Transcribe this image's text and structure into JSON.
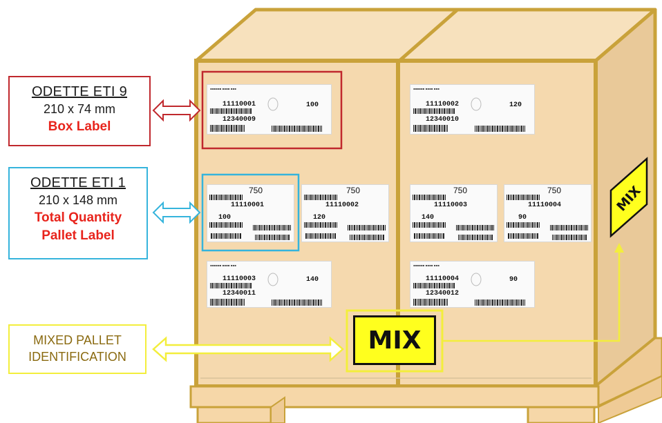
{
  "legend": {
    "box_label": {
      "title": "ODETTE ETI 9",
      "size": "210 x 74 mm",
      "type": "Box Label",
      "color": "#c0282d"
    },
    "pallet_label": {
      "title": "ODETTE ETI 1",
      "size": "210 x 148 mm",
      "type_line1": "Total Quantity",
      "type_line2": "Pallet Label",
      "color": "#35b4dc"
    },
    "mixed": {
      "line1": "MIXED PALLET",
      "line2": "IDENTIFICATION",
      "color": "#f3ee3c"
    }
  },
  "mix_sign": {
    "front_text": "MIX",
    "side_text": "MIX",
    "fill_color": "#ffff1e"
  },
  "box_labels": [
    {
      "id": "11110001",
      "sub": "12340009",
      "qty": "100"
    },
    {
      "id": "11110002",
      "sub": "12340010",
      "qty": "120"
    },
    {
      "id": "11110003",
      "sub": "12340011",
      "qty": "140"
    },
    {
      "id": "11110004",
      "sub": "12340012",
      "qty": "90"
    }
  ],
  "pallet_labels": [
    {
      "total": "750",
      "id": "11110001",
      "qty": "100"
    },
    {
      "total": "750",
      "id": "11110002",
      "qty": "120"
    },
    {
      "total": "750",
      "id": "11110003",
      "qty": "140"
    },
    {
      "total": "750",
      "id": "11110004",
      "qty": "90"
    }
  ],
  "colors": {
    "carton": "#f5d9ae",
    "carton_top": "#f7e1bd",
    "carton_side": "#e9c999",
    "carton_edge": "#c9a23a",
    "pallet": "#f6d7a8"
  }
}
